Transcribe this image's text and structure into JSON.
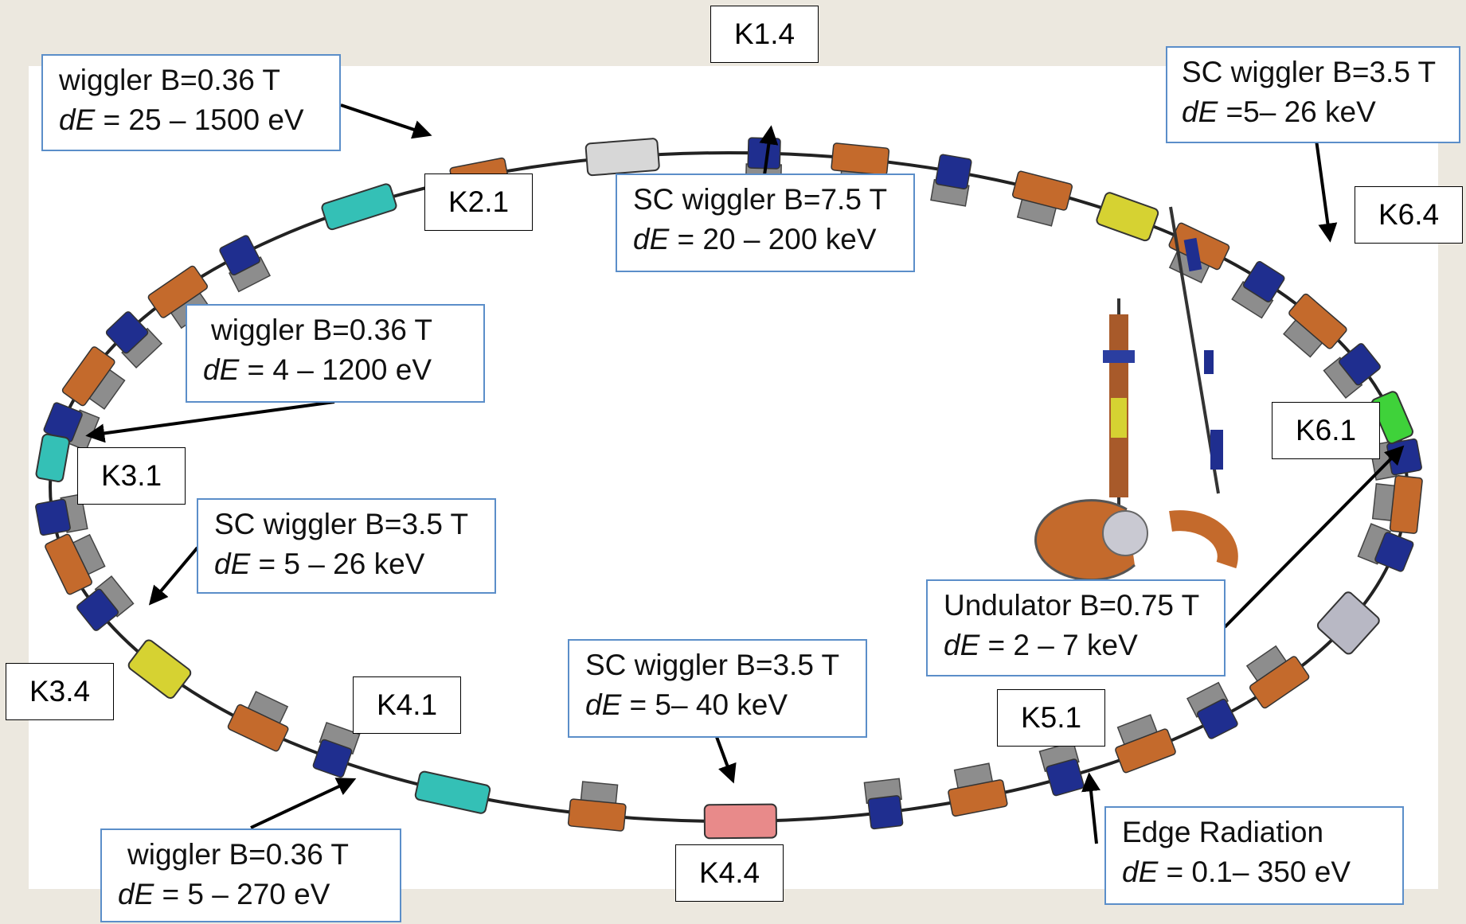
{
  "sections": {
    "k1_4": "K1.4",
    "k2_1": "K2.1",
    "k3_1": "K3.1",
    "k3_4": "K3.4",
    "k4_1": "K4.1",
    "k4_4": "K4.4",
    "k5_1": "K5.1",
    "k6_1": "K6.1",
    "k6_4": "K6.4"
  },
  "callouts": {
    "wiggler_k21": {
      "title": "wiggler B=0.36 T",
      "de": "dE",
      "range": " = 25 – 1500 eV"
    },
    "sc_wiggler_k14": {
      "title": "SC wiggler B=7.5 T",
      "de": "dE",
      "range": " = 20 – 200 keV"
    },
    "sc_wiggler_k64": {
      "title": "SC wiggler B=3.5 T",
      "de": "dE",
      "range": " =5– 26 keV"
    },
    "wiggler_k31": {
      "title": "wiggler B=0.36 T",
      "de": "dE",
      "range": " = 4 – 1200 eV"
    },
    "sc_wiggler_k34": {
      "title": "SC wiggler B=3.5 T",
      "de": "dE",
      "range": " = 5 – 26 keV"
    },
    "undulator_k61": {
      "title": "Undulator B=0.75 T",
      "de": "dE",
      "range": " = 2 – 7 keV"
    },
    "sc_wiggler_k44": {
      "title": "SC wiggler B=3.5 T",
      "de": "dE",
      "range": " = 5– 40 keV"
    },
    "wiggler_k41": {
      "title": "wiggler B=0.36 T",
      "de": "dE",
      "range": " = 5 – 270 eV"
    },
    "edge_radiation": {
      "title": "Edge Radiation",
      "de": "dE",
      "range": " = 0.1– 350 eV"
    }
  },
  "colors": {
    "background": "#ece8df",
    "callout_border": "#5b8ec9",
    "dipole": "#c46a2c",
    "quadrupole": "#1f2e8f",
    "wiggler_036": "#34c0b6",
    "sc_wiggler_35": "#d6d232",
    "sc_wiggler_75": "#d7d7d7",
    "sc_wiggler_35_k44": "#e88a8a",
    "undulator": "#3fd23a"
  }
}
